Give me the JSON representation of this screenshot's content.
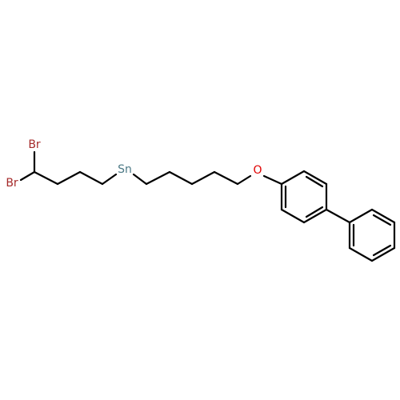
{
  "atoms": {
    "br_top": {
      "label": "Br",
      "color": "#a52a2a"
    },
    "br_left": {
      "label": "Br",
      "color": "#a52a2a"
    },
    "sn": {
      "label": "Sn",
      "color": "#4d7a86"
    },
    "o": {
      "label": "O",
      "color": "#e00000"
    }
  },
  "colors": {
    "bond": "#000000",
    "background": "#ffffff"
  }
}
